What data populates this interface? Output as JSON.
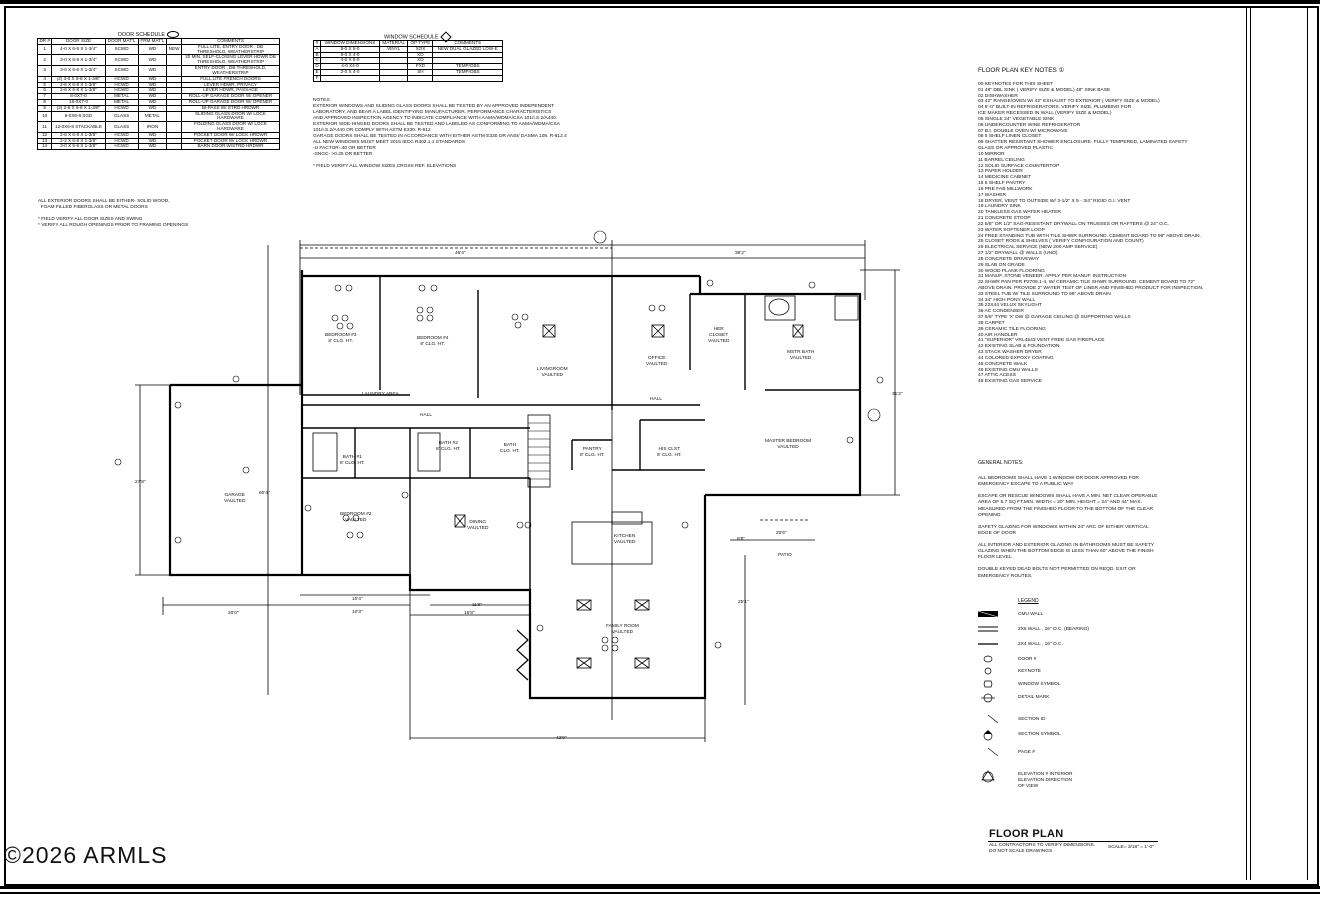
{
  "door_schedule": {
    "title": "DOOR SCHEDULE",
    "headers": [
      "DR #",
      "DOOR SIZE",
      "DOOR MAT'L",
      "FRM MAT'L",
      "",
      "COMMENTS"
    ],
    "rows": [
      [
        "1",
        "4-0 X 6-8 X 1-3/4\"",
        "SCWD",
        "WD",
        "NEW",
        "FULL LITE, ENTRY DOOR , DB THRESHOLD, WEATHERSTRIP"
      ],
      [
        "2",
        "3-0 X 6-8 X 1-3/4\"",
        "SCWD",
        "WD",
        "",
        "20 MIN. SELF-CLOSING LEVER HDWR DB THRESHOLD, WEATHERSTRIP"
      ],
      [
        "3",
        "3-0 X 6-8 X 1-3/4\"",
        "SCWD",
        "WD",
        "",
        "ENTRY DOOR , DB THRESHOLD, WEATHERSTRIP"
      ],
      [
        "4",
        "(2) 3-0 X 6-8 X 1-3/8\"",
        "HCWD",
        "WD",
        "",
        "FULL LITE FRENCH DOORS"
      ],
      [
        "5",
        "2-6 X 6-8 X 1-3/8\"",
        "HCWD",
        "WD",
        "",
        "LEVER HDWR, PRIVACY"
      ],
      [
        "6",
        "2-6 X 6-8 X 1-3/8\"",
        "HCWD",
        "WD",
        "",
        "LEVER HDWR, PASSAGE"
      ],
      [
        "7",
        "8-0X7-0",
        "METAL",
        "WD",
        "",
        "ROLL-UP GARAGE DOOR W/ OPENER"
      ],
      [
        "8",
        "16-0X7-0",
        "METAL",
        "WD",
        "",
        "ROLL-UP GARAGE DOOR W/ OPENER"
      ],
      [
        "9",
        "(2) 2-6 X 6-8 X 1-3/8\"",
        "HCWD",
        "WD",
        "",
        "BI-PASS W/ STRD HRDWR"
      ],
      [
        "10",
        "6-0X6-8 SGD",
        "GLASS",
        "METAL",
        "",
        "SLIDING GLASS DOOR W/ LOCK HARDWARE"
      ],
      [
        "11",
        "12-0X6-8 STACKABLE",
        "GLASS",
        "IRON",
        "",
        "FOLDING GLASS DOOR W/ LOCK HARDWARE"
      ],
      [
        "12",
        "2-6 X 6-8 X 1-3/8\"",
        "HCWD",
        "WD",
        "",
        "POCKET DOOR W/ LOCK HRDWR"
      ],
      [
        "13",
        "2-2 X 6-8 X 1-3/8\"",
        "HCWD",
        "WD",
        "",
        "POCKET DOOR W/ LOCK HRDWR"
      ],
      [
        "14",
        "3-0 X 6-8 X 1-3/8\"",
        "HCWD",
        "WD",
        "",
        "BARN DOOR W/STRD HRDWR"
      ]
    ],
    "notes": [
      "ALL EXTERIOR DOORS SHALL BE EITHER- SOLID WOOD,",
      "  FOAM FILLED FIBERGLASS OR METAL DOORS",
      "",
      "* FIELD VERIFY ALL DOOR SIZES AND SWING",
      "* VERIFY ALL ROUGH OPENINGS PRIOR TO FRAMING OPENINGS"
    ]
  },
  "window_schedule": {
    "title": "WINDOW SCHEDULE",
    "headers": [
      "#",
      "WINDOW DIMENSIONS",
      "MATERIAL",
      "OP TYPE",
      "COMMENTS"
    ],
    "rows": [
      [
        "A",
        "8-0 X 5-0",
        "VINYL",
        "XOX",
        "NEW DUAL GLAZED LOW-E"
      ],
      [
        "B",
        "6-0 X 4-0",
        "",
        "XO",
        ""
      ],
      [
        "C",
        "4-0 X 5-0",
        "",
        "XO",
        ""
      ],
      [
        "D",
        "4-0 X4-0",
        "",
        "FXD",
        "TEMP/OBS"
      ],
      [
        "E",
        "2-0 X 4-0",
        "",
        "SH",
        "TEMP/OBS"
      ],
      [
        "F",
        "",
        "",
        "",
        ""
      ]
    ],
    "notes": [
      "NOTES:",
      "EXTERIOR WINDOWS AND SLIDING GLASS DOORS SHALL BE TESTED BY AN APPROVED INDEPENDENT",
      "LABORATORY, AND BEAR A LABEL IDENTIFYING MANUFACTURER, PERFORMANCE CHARACTERISTICS",
      "AND APPROVED INSPECTION AGENCY TO INDICATE COMPLIANCE WITH AAMA/WDMA/CSA 101/I.S.2/A440.",
      "EXTERIOR SIDE-HINGED DOORS SHALL BE TESTED AND LABELED AS CONFORMING TO AAMA/WDMA/CSA",
      "101/I.S.2/A440 OR COMPLY WITH ASTM E330. R-612",
      "GARAGE DOORS SHALL BE TESTED IN ACCORDANCE WITH EITHER ASTM E330 OR ANSI/ DASMA 108. R-612.4",
      "ALL NEW WINDOWS MUST MEET 2015 IECC R402.1.1 STANDARDS",
      "-U FACTOR-.40 OR BETTER",
      "-SNGC- >0.25 OR BETTER",
      "",
      "* FIELD VERIFY ALL WINDOW SIZES,CROSS REF. ELEVATIONS"
    ]
  },
  "keynotes": {
    "title": "FLOOR PLAN KEY NOTES",
    "symbol": "①",
    "items": [
      "00  KEYNOTES FOR THIS SHEET",
      "01  48\" DBL SINK  ( VERIFY SIZE & MODEL) 48\" SINK BASE",
      "02  DISHWASHER",
      "03  42\" RANGE/OVEN W/ 42\" EXHAUST TO EXTERIOR ( VERIFY SIZE & MODEL)",
      "04  8'-0\" BUILT-IN   REFRIGERATORS. VERIFY SIZE, PLUMBING FOR",
      "      ICE MAKER RECESSED IN WALL (VERIFY SIZE & MODEL)",
      "05  SINGLE 24\" VEGETABLE SINK",
      "06  UNDERCOUNTER WINE REFRIGERATOR",
      "07  B.I. DOUBLE OVEN W/ MICROWAVE",
      "08  5 SHELF LINEN CLOSET",
      "09  SHATTER RESISTANT SHOWER ENCLOSURE- FULLY TEMPERED, LAMINATED SAFETY",
      "      GLASS OR APPROVED PLASTIC",
      "10  MIRROR",
      "11  BARREL CEILING",
      "12  SOLID SURFACE COUNTERTOP",
      "13  PAPER HOLDER",
      "14  MEDICINE CABINET",
      "15  5 SHELF PANTRY",
      "16  PRE FAB MILLWORK",
      "17  WASHER",
      "18  DRYER, VENT TO OUTSIDE W/ 3-1/2\" X 5 - 3/4\" RIGID G.I. VENT",
      "19  LAUNDRY SINK",
      "20  TANKLESS GAS WATER HEATER",
      "21  CONCRETE STOOP",
      "22  5/8\" OR 1/2\" SAG-RESISTANT DRYWALL ON TRUSSES OR RAFTERS @ 24\" O.C.",
      "23  WATER SOFTENER LOOP",
      "24  FREE STANDING TUB WITH TILE SHWR SURROUND. CEMENT BOARD TO 96\" ABOVE DRAIN.",
      "25  CLOSET RODS & SHELVES ( VERIFY CONFIGURATION AND COUNT)",
      "26  ELECTRICAL SERVICE (NEW 200 AMP SERVICE)",
      "27  1/2\" DRYWALL @ WALLS (UNO)",
      "28  CONCRETE DRIVEWAY",
      "29  SLAB ON GRADE",
      "30  WOOD PLANK FLOORING",
      "31  MANUF. STONE VENEER. APPLY PER  MANUF. INSTRUCTION",
      "32  SHWR PAN PER P2709.1-4, W/ CERAMIC TILE SHWR SURROUND. CEMENT BOARD TO 72\"",
      "      ABOVE DRAIN. PROVIDE   2\" WATER TEST OF LINER AND FINISHED PRODUCT FOR INSPECTION.",
      "33  STEEL TUB W/ TILE SURROUND  TO 96\" ABOVE DRAIN",
      "34  34\" HIGH PONY WALL",
      "35  22X44 VELUX SKYLIGHT",
      "36  AC CONDENSER",
      "37  5/8\" TYPE 'X' DW @ GARAGE CEILING @ SUPPORTING WALLS",
      "38  CARPET",
      "39  CERAMIC TILE FLOORING",
      "40  AIR HANDLER",
      "41  \"SUPERIOR\" VRL4543 VENT FREE  GAS FIREPLACE",
      "42  EXISTING SLAB & FOUNDATION",
      "43  STACK WASHER DRYER",
      "44  COLORED EXPOXY COATING",
      "45  CONCRETE WALK",
      "46  EXISTING CMU WALLS",
      "47  ATTIC ACESS",
      "48  EXISTING GAS SERVICE"
    ]
  },
  "general_notes": {
    "title": "GENERAL NOTES:",
    "paragraphs": [
      "ALL BEDROOMS SHALL HAVE 1 WINDOW OR DOOR APPROVED FOR EMERGENCY ESCAPE TO A PUBLIC WAY",
      "ESCAPE OR RESCUE WINDOWS SHALL HAVE A MIN. NET CLEAR OPERABLE AREA OF 5.7 SQ FT.MIN. WIDTH = 20\" MIN. HEIGHT = 24\" AND 44\" MAX. MEASURED FROM THE FINISHED FLOOR TO THE BOTTOM OF THE CLEAR OPENING",
      "SAFETY GLAZING FOR WINDOWS WITHIN 24\" ARC OF EITHER VERTICAL EDGE OF DOOR",
      "ALL INTERIOR AND EXTERIOR GLAZING IN BATHROOMS MUST BE SAFETY GLAZING WHEN THE BOTTOM EDGE IS LESS THAN 60\" ABOVE THE FINISH FLOOR LEVEL.",
      "DOUBLE KEYED DEAD BOLTS NOT PERMITTED ON REQD. EXIT OR EMERGENCY ROUTES."
    ]
  },
  "legend": {
    "title": "LEGEND",
    "items": [
      {
        "label": "CMU WALL",
        "icon": "cmu-wall-symbol"
      },
      {
        "label": "2X6 WALL , 16\" O.C. (BEARING)",
        "icon": "bearing-wall-symbol"
      },
      {
        "label": "2X4  WALL , 16\" O.C.",
        "icon": "wall-symbol"
      },
      {
        "label": "DOOR #",
        "icon": "door-tag-symbol"
      },
      {
        "label": "KEYNOTE",
        "icon": "keynote-symbol"
      },
      {
        "label": "WINDOW SYMBOL",
        "icon": "window-tag-symbol"
      },
      {
        "label": "DETAIL MARK",
        "icon": "detail-mark-symbol"
      },
      {
        "label": "SECTION ID",
        "icon": "section-id-symbol"
      },
      {
        "label": "SECTION SYMBOL",
        "icon": "section-symbol"
      },
      {
        "label": "PAGE #",
        "icon": "page-number-symbol"
      },
      {
        "label": "ELEVATION # INTERIOR ELEVATION DIRECTION OF VIEW",
        "icon": "elevation-symbol"
      }
    ]
  },
  "rooms": {
    "bedroom3": [
      "BEDROOM #3",
      "8' CLG. HT."
    ],
    "bedroom4": [
      "BEDROOM #4",
      "8' CLG. HT."
    ],
    "living": [
      "LIVINGROOM",
      "VAULTED"
    ],
    "office": [
      "OFFICE",
      "VAULTED"
    ],
    "her_closet": [
      "HER",
      "CLOSET",
      "VAULTED"
    ],
    "mstr_bath": [
      "MSTR BATH",
      "VAULTED"
    ],
    "laundry": [
      "LAUNDRY AREA"
    ],
    "hall1": [
      "HALL"
    ],
    "hall2": [
      "HALL"
    ],
    "bath1": [
      "BATH #1",
      "8' CLG. HT."
    ],
    "bath2": [
      "BATH #2",
      "8' CLG. HT."
    ],
    "bath3": [
      "BATH",
      "CLG. HT."
    ],
    "pantry": [
      "PANTRY",
      "8' CLG. HT."
    ],
    "his_closet": [
      "HIS CLST",
      "8' CLG. HT."
    ],
    "master": [
      "MASTER BEDROOM",
      "VAULTED"
    ],
    "garage": [
      "GARAGE",
      "VAULTED"
    ],
    "bedroom2": [
      "BEDROOM #2",
      "VAULTED"
    ],
    "dining": [
      "DINING",
      "VAULTED"
    ],
    "kitchen": [
      "KITCHEN",
      "VAULTED"
    ],
    "family": [
      "FAMILY ROOM",
      "VAULTED"
    ],
    "patio": [
      "PATIO"
    ]
  },
  "dimensions": {
    "top_1": "46'4\"",
    "top_2": "38'2\"",
    "right": "31'2\"",
    "garage_h": "27'8\"",
    "garage_h2": "60'4\"",
    "bot_1": "10'4\"",
    "bot_2": "10'3\"",
    "bot_3": "11'8\"",
    "bot_4": "16'8\"",
    "garage_w": "20'0\"",
    "family_h": "25'1\"",
    "family_w": "42'9\"",
    "patio_1": "8'8\"",
    "patio_2": "20'6\""
  },
  "title_block": {
    "title": "FLOOR PLAN",
    "subtitle_1": "ALL CONTRACTORS TO VERIFY DIMENSIONS.",
    "subtitle_2": "DO NOT SCALE DRAWINGS",
    "scale": "SCALE= 3/16\" = 1'-0\""
  },
  "watermark": "©2026 ARMLS"
}
